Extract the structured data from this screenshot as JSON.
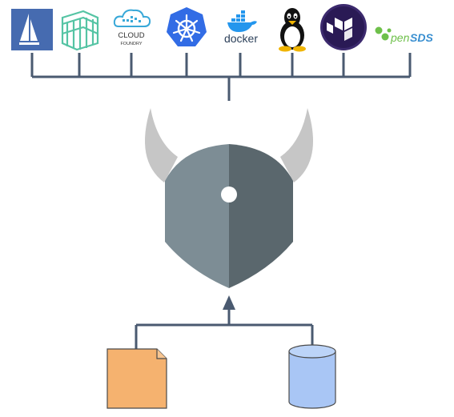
{
  "logos": [
    {
      "id": "istio",
      "icon": "istio-sail-icon",
      "text": ""
    },
    {
      "id": "linkerd",
      "icon": "linkerd-icon",
      "text": ""
    },
    {
      "id": "cloudfoundry",
      "icon": "cloud-foundry-icon",
      "text_line1": "CLOUD",
      "text_line2": "FOUNDRY"
    },
    {
      "id": "kubernetes",
      "icon": "kubernetes-helm-icon",
      "text": ""
    },
    {
      "id": "docker",
      "icon": "docker-whale-icon",
      "text": "docker"
    },
    {
      "id": "linux",
      "icon": "linux-tux-icon",
      "text": ""
    },
    {
      "id": "terraform",
      "icon": "terraform-icon",
      "text": ""
    },
    {
      "id": "opensds",
      "icon": "opensds-icon",
      "text_prefix": "pen",
      "text_suffix": "SDS"
    }
  ],
  "colors": {
    "connector": "#4a5a70",
    "helmet_left": "#7d8d95",
    "helmet_right": "#5a676d",
    "horn": "#c6c6c6",
    "file": "#f5b26f",
    "database": "#a9c6f5",
    "istio_bg": "#466bb0",
    "k8s": "#326ce5",
    "docker": "#2496ed",
    "terraform_bg": "#3c2a6e",
    "opensds_green": "#6ec04a",
    "opensds_blue": "#3a8fd0",
    "linkerd": "#55c4a4"
  }
}
